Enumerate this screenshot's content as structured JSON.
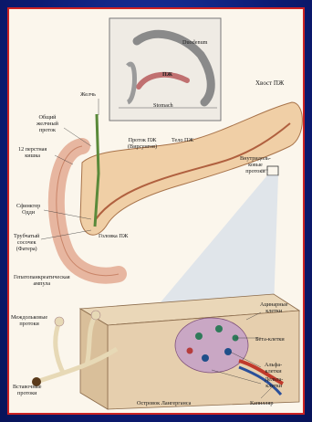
{
  "figure": {
    "labels": {
      "duodenum_inset": "Duodenum",
      "pancreas_inset": "ПЖ",
      "stomach_inset": "Stomach",
      "pancreas_tail": "Хвост ПЖ",
      "gallbladder": "Желчь",
      "common_bile_duct": "Общий\nжелчный\nпроток",
      "duodenum": "12 перстная\nкишка",
      "pancreatic_duct": "Проток ПЖ\n(Вирсунгов)",
      "pancreas_body": "Тело ПЖ",
      "intralobular_ducts": "Внутридоль-\nковые\nпротоки",
      "sphincter": "Сфинктер\nОдди",
      "papilla": "Трубчатый\nсосочек\n(Фатера)",
      "pancreas_head": "Головка ПЖ",
      "ampulla": "Гепатопанкреатическая\nампула",
      "acinar_cells": "Ацинарные\nклетки",
      "interlobular_ducts": "Междольковые\nпротоки",
      "beta_cells": "Бета-клетки",
      "alpha_cells": "Альфа-\nклетки",
      "delta_cells": "Дельта-\nклетки",
      "islet": "Островок Лангерганса",
      "intercalated_ducts": "Вставочные\nпротоки",
      "capillary": "Капилляр"
    }
  }
}
